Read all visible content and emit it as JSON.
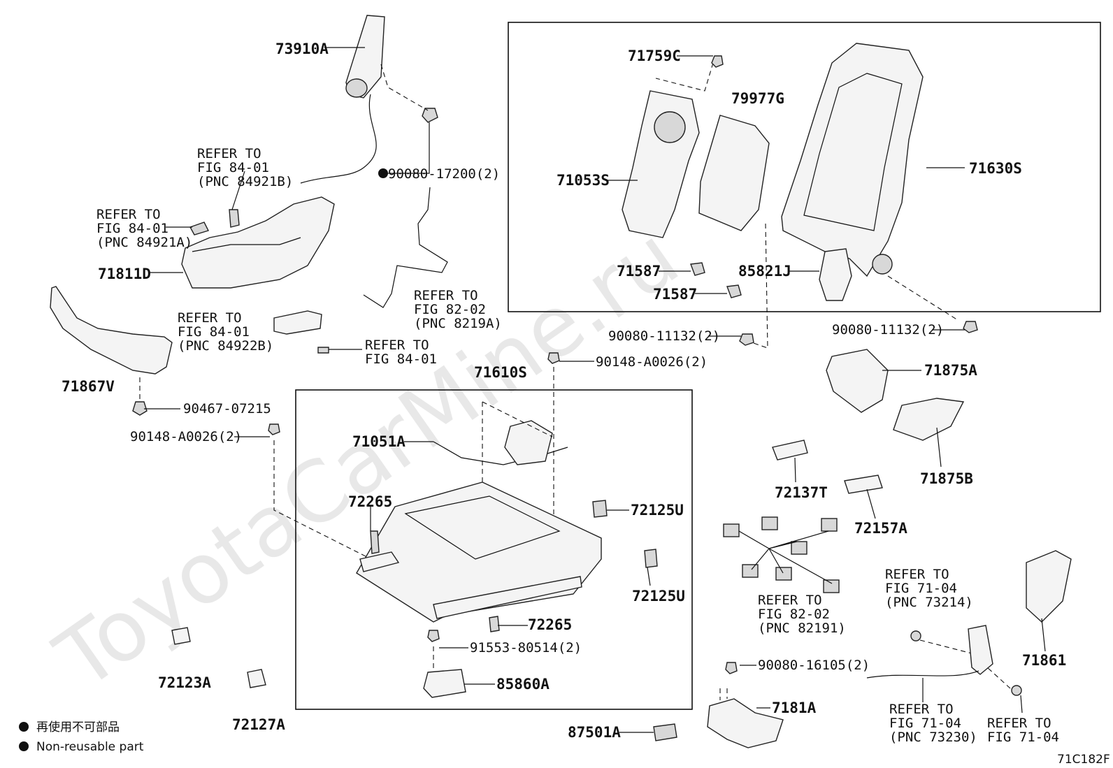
{
  "watermark": "ToyotaCarMine.ru",
  "drawing_code": "71C182F",
  "legend": {
    "jp": "再使用不可部品",
    "en": "Non-reusable part"
  },
  "parts": {
    "p73910A": "73910A",
    "p90080_17200": "90080-17200(2)",
    "p71811D": "71811D",
    "p71867V": "71867V",
    "p90467_07215": "90467-07215",
    "p90148_A0026_left": "90148-A0026(2)",
    "p90148_A0026_mid": "90148-A0026(2)",
    "p71759C": "71759C",
    "p79977G": "79977G",
    "p71053S": "71053S",
    "p71630S": "71630S",
    "p71587a": "71587",
    "p71587b": "71587",
    "p85821J": "85821J",
    "p90080_11132_left": "90080-11132(2)",
    "p90080_11132_right": "90080-11132(2)",
    "p71610S": "71610S",
    "p71051A": "71051A",
    "p72265a": "72265",
    "p72265b": "72265",
    "p72125Ua": "72125U",
    "p72125Ub": "72125U",
    "p91553_80514": "91553-80514(2)",
    "p85860A": "85860A",
    "p72123A": "72123A",
    "p72127A": "72127A",
    "p71875A": "71875A",
    "p71875B": "71875B",
    "p72137T": "72137T",
    "p72157A": "72157A",
    "p71861": "71861",
    "p90080_16105": "90080-16105(2)",
    "p7181A": "7181A",
    "p87501A": "87501A"
  },
  "refs": {
    "r1": [
      "REFER TO",
      "FIG 84-01",
      "(PNC 84921B)"
    ],
    "r2": [
      "REFER TO",
      "FIG 84-01",
      "(PNC 84921A)"
    ],
    "r3": [
      "REFER TO",
      "FIG 84-01",
      "(PNC 84922B)"
    ],
    "r4": [
      "REFER TO",
      "FIG 84-01"
    ],
    "r5": [
      "REFER TO",
      "FIG 82-02",
      "(PNC 8219A)"
    ],
    "r6": [
      "REFER TO",
      "FIG 82-02",
      "(PNC 82191)"
    ],
    "r7": [
      "REFER TO",
      "FIG 71-04",
      "(PNC 73214)"
    ],
    "r8": [
      "REFER TO",
      "FIG 71-04",
      "(PNC 73230)"
    ],
    "r9": [
      "REFER TO",
      "FIG 71-04"
    ]
  }
}
